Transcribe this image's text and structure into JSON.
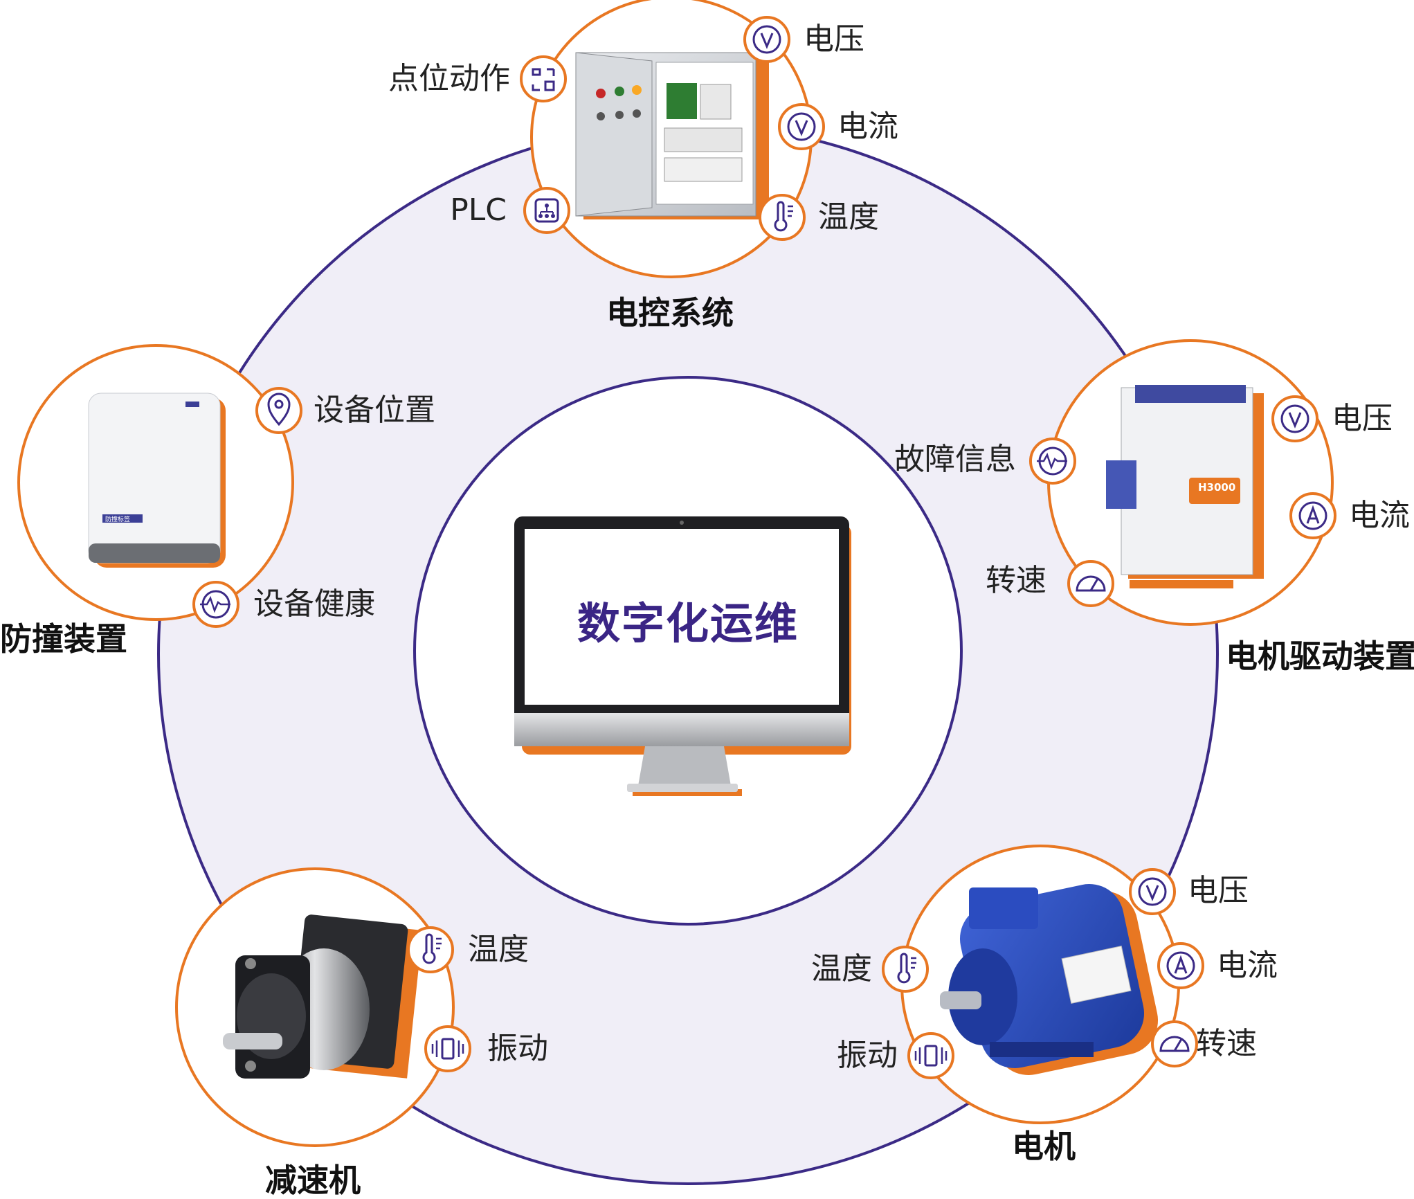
{
  "center": {
    "title": "数字化运维"
  },
  "colors": {
    "ring": "#3b2a86",
    "accent": "#e87722",
    "background_disc": "#f0eef7",
    "title": "#3a2585"
  },
  "nodes": {
    "electric_control": {
      "name": "电控系统",
      "metrics": {
        "point_action": "点位动作",
        "plc": "PLC",
        "voltage": "电压",
        "current": "电流",
        "temperature": "温度"
      }
    },
    "anti_collision": {
      "name": "防撞装置",
      "device_label": "防撞标签",
      "metrics": {
        "location": "设备位置",
        "health": "设备健康"
      }
    },
    "motor_drive": {
      "name": "电机驱动装置",
      "device_label": "H3000",
      "metrics": {
        "fault_info": "故障信息",
        "speed": "转速",
        "voltage": "电压",
        "current": "电流"
      }
    },
    "reducer": {
      "name": "减速机",
      "metrics": {
        "temperature": "温度",
        "vibration": "振动"
      }
    },
    "motor": {
      "name": "电机",
      "metrics": {
        "voltage": "电压",
        "current": "电流",
        "speed": "转速",
        "temperature": "温度",
        "vibration": "振动"
      }
    }
  },
  "icons": [
    "voltage-icon",
    "current-icon",
    "temperature-icon",
    "plc-icon",
    "point-action-icon",
    "location-icon",
    "health-icon",
    "fault-icon",
    "speed-icon",
    "vibration-icon",
    "ampere-icon"
  ]
}
